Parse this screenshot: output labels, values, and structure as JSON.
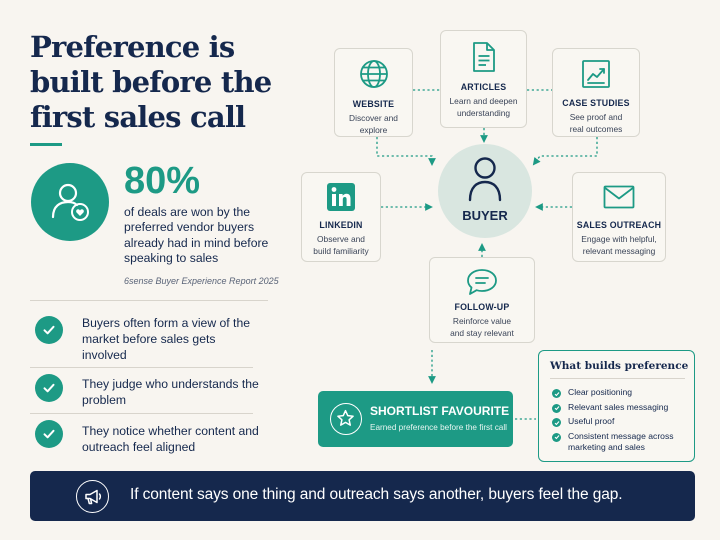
{
  "title": "Preference is built before the first sales call",
  "stat": {
    "value": "80%",
    "text": "of deals are won by the preferred vendor buyers already had in mind before speaking to sales",
    "source": "6sense Buyer Experience Report 2025"
  },
  "checks": [
    {
      "text": "Buyers often form a view of the market before sales gets involved"
    },
    {
      "text": "They judge who understands the problem"
    },
    {
      "text": "They notice whether content and outreach feel aligned"
    }
  ],
  "diagram": {
    "center": {
      "label": "BUYER",
      "icon": "person-icon"
    },
    "nodes": {
      "website": {
        "title": "WEBSITE",
        "desc": "Discover and explore",
        "icon": "globe-icon"
      },
      "articles": {
        "title": "ARTICLES",
        "desc": "Learn and deepen understanding",
        "icon": "document-icon"
      },
      "case_studies": {
        "title": "CASE STUDIES",
        "desc": "See proof and real outcomes",
        "icon": "chart-icon"
      },
      "linkedin": {
        "title": "LINKEDIN",
        "desc": "Observe and build familiarity",
        "icon": "linkedin-icon"
      },
      "sales_outreach": {
        "title": "SALES OUTREACH",
        "desc": "Engage with helpful, relevant messaging",
        "icon": "mail-icon"
      },
      "follow_up": {
        "title": "FOLLOW-UP",
        "desc": "Reinforce value and stay relevant",
        "icon": "chat-icon"
      }
    },
    "outcome": {
      "title": "SHORTLIST FAVOURITE",
      "desc": "Earned preference before the first call",
      "icon": "star-icon"
    }
  },
  "builds": {
    "title": "What builds preference",
    "items": [
      "Clear positioning",
      "Relevant sales messaging",
      "Useful proof",
      "Consistent message across marketing and sales"
    ]
  },
  "banner": {
    "text": "If content says one thing and outreach says another, buyers feel the gap.",
    "icon": "megaphone-icon"
  },
  "colors": {
    "accent": "#1d9a85",
    "navy": "#15284d",
    "background": "#f8f5f0",
    "buyer_fill": "#d9e6e0"
  }
}
